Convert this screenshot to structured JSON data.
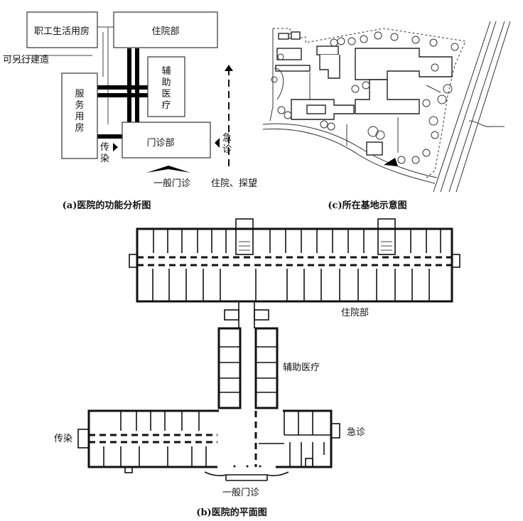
{
  "diagram_a": {
    "caption": "(a)医院的功能分析图",
    "staff_housing": "职工生活用房",
    "inpatient": "住院部",
    "build_separately": "可另行建造",
    "auxiliary_medical": [
      "辅",
      "助",
      "医",
      "疗"
    ],
    "service_rooms": [
      "服",
      "务",
      "用",
      "房"
    ],
    "outpatient": "门诊部",
    "infectious": [
      "传",
      "染"
    ],
    "emergency": [
      "急",
      "诊"
    ],
    "general_outpatient": "一般门诊",
    "inpatient_visit": "住院、探望"
  },
  "diagram_c": {
    "caption": "(c)所在基地示意图"
  },
  "diagram_b": {
    "caption": "(b)医院的平面图",
    "inpatient": "住院部",
    "auxiliary_medical": "辅助医疗",
    "infectious": "传染",
    "emergency": "急诊",
    "general_outpatient": "一般门诊"
  }
}
